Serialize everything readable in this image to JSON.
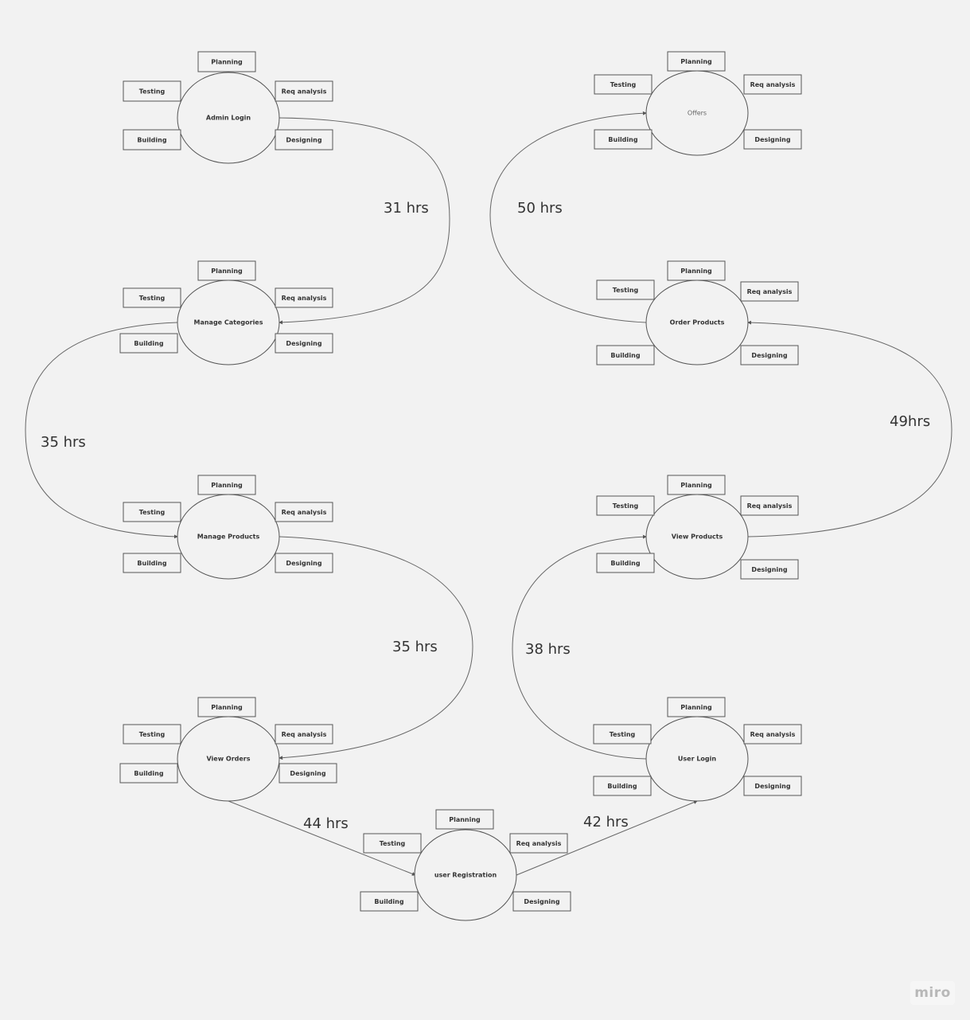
{
  "nodes": [
    {
      "id": "admin-login",
      "label": "Admin Login",
      "phases": {
        "planning": "Planning",
        "testing": "Testing",
        "req": "Req analysis",
        "building": "Building",
        "designing": "Designing"
      }
    },
    {
      "id": "manage-categories",
      "label": "Manage Categories",
      "phases": {
        "planning": "Planning",
        "testing": "Testing",
        "req": "Req analysis",
        "building": "Building",
        "designing": "Designing"
      }
    },
    {
      "id": "manage-products",
      "label": "Manage Products",
      "phases": {
        "planning": "Planning",
        "testing": "Testing",
        "req": "Req analysis",
        "building": "Building",
        "designing": "Designing"
      }
    },
    {
      "id": "view-orders",
      "label": "View Orders",
      "phases": {
        "planning": "Planning",
        "testing": "Testing",
        "req": "Req analysis",
        "building": "Building",
        "designing": "Designing"
      }
    },
    {
      "id": "user-registration",
      "label": "user Registration",
      "phases": {
        "planning": "Planning",
        "testing": "Testing",
        "req": "Req analysis",
        "building": "Building",
        "designing": "Designing"
      }
    },
    {
      "id": "user-login",
      "label": "User Login",
      "phases": {
        "planning": "Planning",
        "testing": "Testing",
        "req": "Req analysis",
        "building": "Building",
        "designing": "Designing"
      }
    },
    {
      "id": "view-products",
      "label": "View Products",
      "phases": {
        "planning": "Planning",
        "testing": "Testing",
        "req": "Req analysis",
        "building": "Building",
        "designing": "Designing"
      }
    },
    {
      "id": "order-products",
      "label": "Order Products",
      "phases": {
        "planning": "Planning",
        "testing": "Testing",
        "req": "Req analysis",
        "building": "Building",
        "designing": "Designing"
      }
    },
    {
      "id": "offers",
      "label": "Offers",
      "phases": {
        "planning": "Planning",
        "testing": "Testing",
        "req": "Req analysis",
        "building": "Building",
        "designing": "Designing"
      }
    }
  ],
  "edges": [
    {
      "from": "admin-login",
      "to": "manage-categories",
      "label": "31 hrs"
    },
    {
      "from": "manage-categories",
      "to": "manage-products",
      "label": "35 hrs"
    },
    {
      "from": "manage-products",
      "to": "view-orders",
      "label": "35 hrs"
    },
    {
      "from": "view-orders",
      "to": "user-registration",
      "label": "44 hrs"
    },
    {
      "from": "user-registration",
      "to": "user-login",
      "label": "42 hrs"
    },
    {
      "from": "user-login",
      "to": "view-products",
      "label": "38  hrs"
    },
    {
      "from": "view-products",
      "to": "order-products",
      "label": "49hrs"
    },
    {
      "from": "order-products",
      "to": "offers",
      "label": "50 hrs"
    }
  ],
  "watermark": "miro"
}
